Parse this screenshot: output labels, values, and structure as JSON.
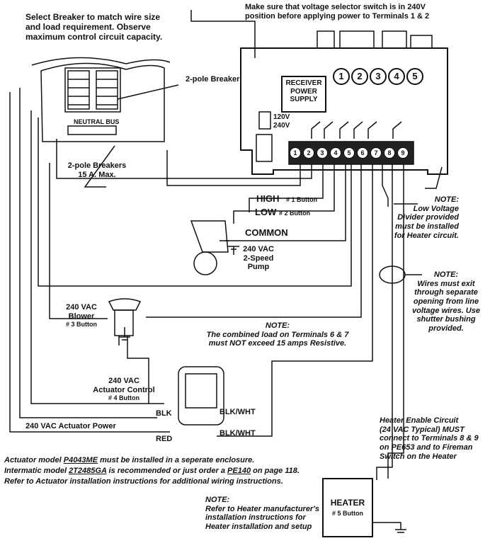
{
  "notes": {
    "breaker_select": [
      "Select Breaker to match wire size",
      "and load requirement.  Observe",
      "maximum control circuit capacity."
    ],
    "voltage_switch": [
      "Make sure that voltage selector switch is in 240V",
      "position before applying power to Terminals 1 & 2"
    ],
    "two_pole_breaker": "2-pole Breaker",
    "neutral_bus": "NEUTRAL BUS",
    "two_pole_breakers": [
      "2-pole Breakers",
      "15 A. Max."
    ],
    "receiver": [
      "RECEIVER",
      "POWER",
      "SUPPLY"
    ],
    "v120": "120V",
    "v240": "240V",
    "low_voltage_note": [
      "NOTE:",
      "Low Voltage",
      "Divider provided",
      "must be installed",
      "for Heater circuit."
    ],
    "wires_note": [
      "NOTE:",
      "Wires must exit",
      "through separate",
      "opening from line",
      "voltage wires. Use",
      "shutter bushing",
      "provided."
    ],
    "combined_load": [
      "NOTE:",
      "The combined load on Terminals 6 & 7",
      "must NOT exceed 15 amps Resistive."
    ],
    "heater_enable": [
      "Heater Enable Circuit",
      "(24 VAC Typical) MUST",
      "connect to Terminals 8 & 9",
      "on PE653 and to Fireman",
      "Switch on the Heater"
    ],
    "heater_note": [
      "NOTE:",
      "Refer to Heater manufacturer's",
      "installation instructions for",
      "Heater installation and setup"
    ]
  },
  "buttons": [
    "1",
    "2",
    "3",
    "4",
    "5"
  ],
  "terminals": [
    "1",
    "2",
    "3",
    "4",
    "5",
    "6",
    "7",
    "8",
    "9"
  ],
  "pump": {
    "high": "HIGH",
    "high_btn": "# 1 Button",
    "low": "LOW",
    "low_btn": "# 2 Button",
    "common": "COMMON",
    "label": [
      "240 VAC",
      "2-Speed",
      "Pump"
    ]
  },
  "blower": {
    "label": [
      "240 VAC",
      "Blower",
      "# 3 Button"
    ]
  },
  "actuator": {
    "label": [
      "240 VAC",
      "Actuator Control",
      "# 4 Button"
    ],
    "blk": "BLK",
    "red": "RED",
    "blk_wht_1": "BLK/WHT",
    "blk_wht_2": "BLK/WHT",
    "power": "240 VAC Actuator Power"
  },
  "heater": {
    "label": "HEATER",
    "button": "# 5 Button"
  },
  "footer": {
    "l1_a": "Actuator model ",
    "l1_u": "P4043ME",
    "l1_b": " must be installed in a seperate enclosure.",
    "l2_a": "Intermatic model ",
    "l2_u1": "2T2485GA",
    "l2_b": " is recommended or just order a ",
    "l2_u2": "PE140",
    "l2_c": " on page 118.",
    "l3": "Refer to Actuator installation instructions for additional wiring instructions."
  }
}
